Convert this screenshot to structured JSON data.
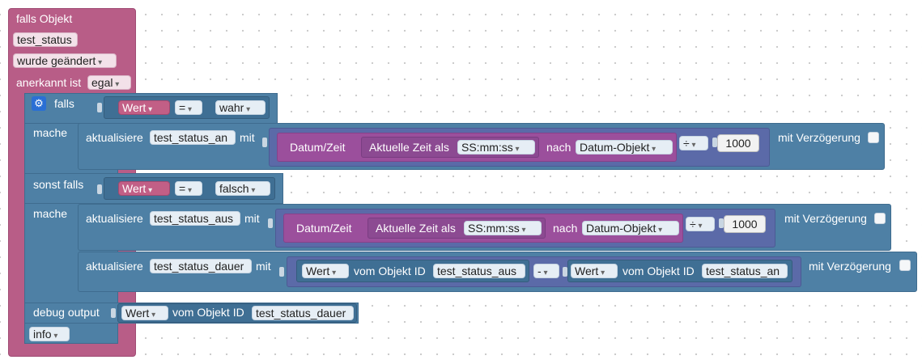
{
  "trigger": {
    "title": "falls Objekt",
    "object_id": "test_status",
    "event": "wurde geändert",
    "ack_label": "anerkannt ist",
    "ack_value": "egal"
  },
  "if_block": {
    "if_label": "falls",
    "do_label": "mache",
    "elseif_label": "sonst falls",
    "do2_label": "mache",
    "cond1": {
      "left": "Wert",
      "op": "=",
      "right": "wahr"
    },
    "cond2": {
      "left": "Wert",
      "op": "=",
      "right": "falsch"
    }
  },
  "update1": {
    "prefix": "aktualisiere",
    "target": "test_status_an",
    "with": "mit",
    "datetime_label": "Datum/Zeit",
    "current_time_label": "Aktuelle Zeit als",
    "format": "SS:mm:ss",
    "after_label": "nach",
    "convert": "Datum-Objekt",
    "math_op": "÷",
    "number": "1000",
    "delay_label": "mit Verzögerung"
  },
  "update2": {
    "prefix": "aktualisiere",
    "target": "test_status_aus",
    "with": "mit",
    "datetime_label": "Datum/Zeit",
    "current_time_label": "Aktuelle Zeit als",
    "format": "SS:mm:ss",
    "after_label": "nach",
    "convert": "Datum-Objekt",
    "math_op": "÷",
    "number": "1000",
    "delay_label": "mit Verzögerung"
  },
  "update3": {
    "prefix": "aktualisiere",
    "target": "test_status_dauer",
    "with": "mit",
    "left_prop": "Wert",
    "left_of": "vom Objekt ID",
    "left_id": "test_status_aus",
    "op": "-",
    "right_prop": "Wert",
    "right_of": "vom Objekt ID",
    "right_id": "test_status_an",
    "delay_label": "mit Verzögerung"
  },
  "debug": {
    "label": "debug output",
    "prop": "Wert",
    "of": "vom Objekt ID",
    "id": "test_status_dauer",
    "level": "info"
  },
  "colors": {
    "trigger": "#b85d87",
    "logic": "#4e80a5",
    "datetime": "#9b4f9c",
    "math": "#5b6aa8"
  },
  "icons": {
    "mutator": "gear-icon"
  }
}
